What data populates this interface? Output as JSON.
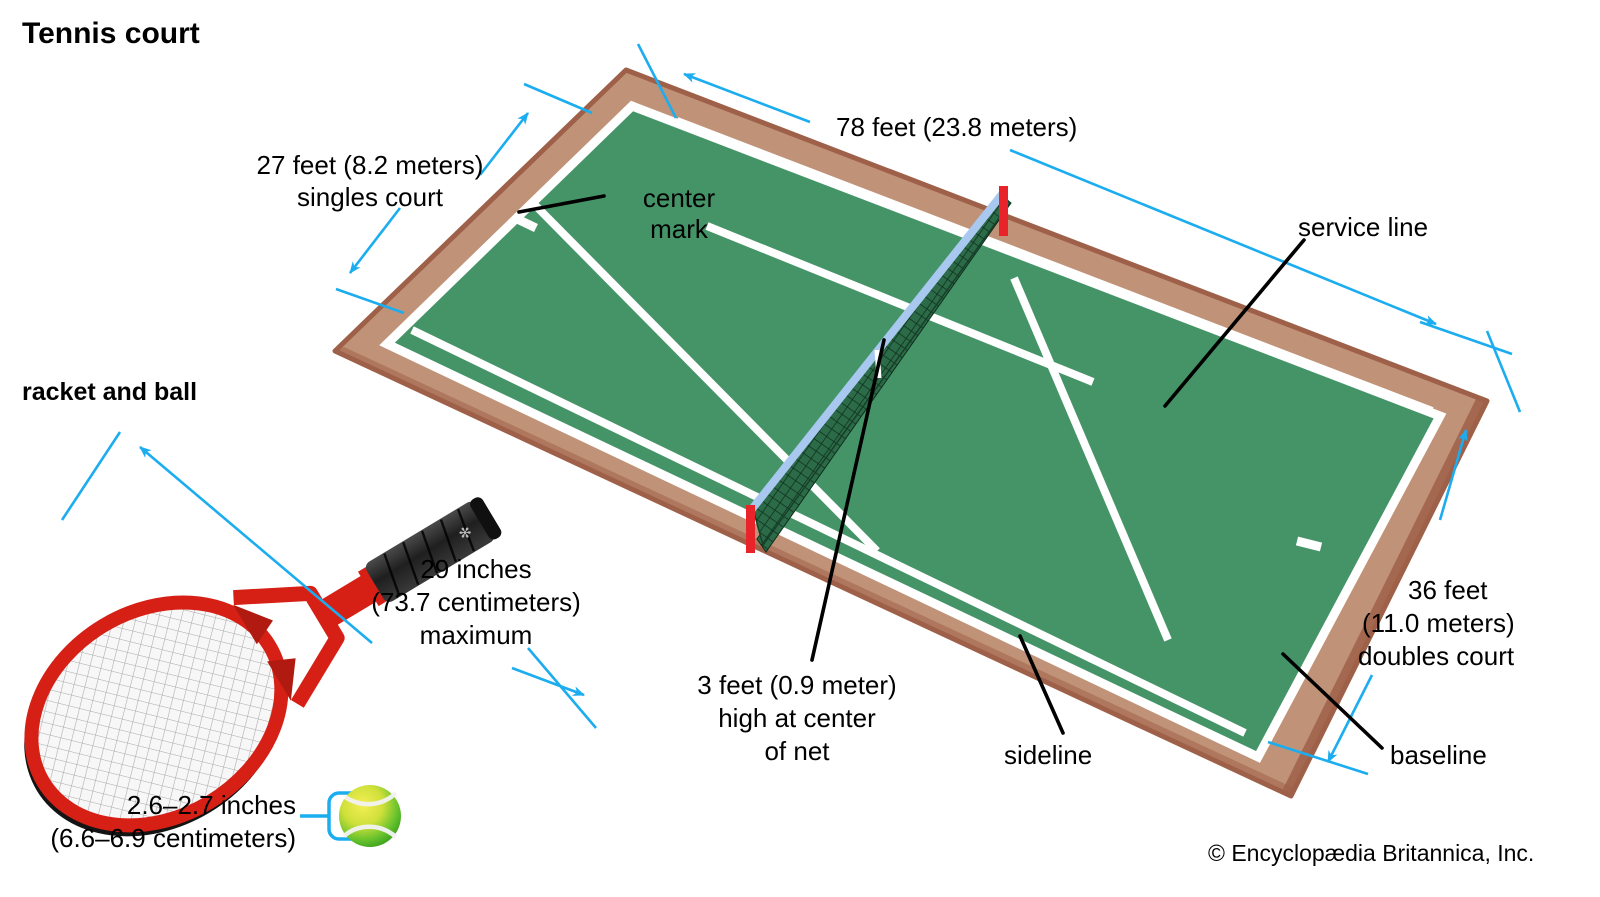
{
  "figure": {
    "title": "Tennis court",
    "section_label": "racket and ball",
    "credit": "© Encyclopædia Britannica, Inc."
  },
  "colors": {
    "court_green": "#459468",
    "surround_brown": "#c09378",
    "surround_brown_dark": "#9e6048",
    "court_line_white": "#ffffff",
    "dimension_cyan": "#1badef",
    "leader_black": "#000000",
    "net_tape_blue": "#a8c8ef",
    "net_mesh": "#1d4d33",
    "net_post_red": "#e8232a",
    "racket_red": "#d62016",
    "racket_grip_black": "#2b2b2b",
    "ball_yellow": "#e8e23a",
    "ball_green": "#5cba2e"
  },
  "court_labels": {
    "length": "78 feet (23.8 meters)",
    "singles_width_line1": "27 feet (8.2 meters)",
    "singles_width_line2": "singles court",
    "doubles_width_line1": "36 feet",
    "doubles_width_line2": "(11.0 meters)",
    "doubles_width_line3": "doubles court",
    "net_height_line1": "3 feet (0.9 meter)",
    "net_height_line2": "high at center",
    "net_height_line3": "of net",
    "center_mark_line1": "center",
    "center_mark_line2": "mark",
    "service_line": "service line",
    "sideline": "sideline",
    "baseline": "baseline"
  },
  "racket_labels": {
    "length_line1": "29 inches",
    "length_line2": "(73.7 centimeters)",
    "length_line3": "maximum",
    "ball_line1": "2.6–2.7 inches",
    "ball_line2": "(6.6–6.9 centimeters)"
  },
  "measurements": [
    {
      "name": "court-length",
      "value": "78 feet",
      "metric": "23.8 meters"
    },
    {
      "name": "singles-court-width",
      "value": "27 feet",
      "metric": "8.2 meters"
    },
    {
      "name": "doubles-court-width",
      "value": "36 feet",
      "metric": "11.0 meters"
    },
    {
      "name": "net-center-height",
      "value": "3 feet",
      "metric": "0.9 meter"
    },
    {
      "name": "racket-length-max",
      "value": "29 inches",
      "metric": "73.7 centimeters"
    },
    {
      "name": "ball-diameter",
      "value": "2.6–2.7 inches",
      "metric": "6.6–6.9 centimeters"
    }
  ]
}
